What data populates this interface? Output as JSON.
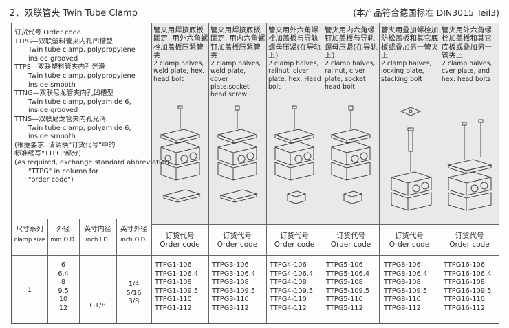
{
  "header": {
    "title": "2、双联管夹 Twin Tube Clamp",
    "standard": "(本产品符合德国标准 DIN3015 Teil3)"
  },
  "notes": [
    {
      "text": "订货代号 Order code",
      "indent": false
    },
    {
      "text": "TTPG—双联塑料管夹内孔凹槽型",
      "indent": false
    },
    {
      "text": "Twin tube clamp, polypropylene",
      "indent": true
    },
    {
      "text": "inside grooved",
      "indent": true
    },
    {
      "text": "TTPS—双联塑料管夹内孔光滑",
      "indent": false
    },
    {
      "text": "Twin tube clamp, polypropylene",
      "indent": true
    },
    {
      "text": "inside smooth",
      "indent": true
    },
    {
      "text": "TTNG—双联尼龙管夹内孔凹槽型",
      "indent": false
    },
    {
      "text": "Twin tube clamp, polyamide 6,",
      "indent": true
    },
    {
      "text": "inside grooved",
      "indent": true
    },
    {
      "text": "TTNS—双联尼龙管夹内孔光滑",
      "indent": false
    },
    {
      "text": "Twin tube clamp, polyamide 6,",
      "indent": true
    },
    {
      "text": "inside smooth",
      "indent": true
    },
    {
      "text": "(根据要求, 请调换\"订货代号\"中的",
      "indent": false
    },
    {
      "text": "标准缩写\"TTPG\"部分)",
      "indent": false
    },
    {
      "text": "(As required, exchange standard abbreviation",
      "indent": false
    },
    {
      "text": "\"TTPG\" in column for",
      "indent": true
    },
    {
      "text": "\"order code\")",
      "indent": true
    }
  ],
  "types": [
    {
      "cn": "管夹用焊接底板固定, 用外六角螺栓加盖板压紧管夹",
      "en": "2 clamp halves, weld plate, hex. head bolt"
    },
    {
      "cn": "管夹用焊接底板固定, 用内六角螺钉加盖板压紧管夹",
      "en": "2 clamp halves, weld plate, cover plate,socket head screw"
    },
    {
      "cn": "管夹用外六角螺栓加盖板与导轨螺母压紧(在导轨上)",
      "en": "2 clamp halves, railnut, civer plate, hex. Head bolt"
    },
    {
      "cn": "管夹用内六角螺钉加盖板与导轨螺母压紧(在导轨上)",
      "en": "2 clamp halves, railnut, civer plate, socket head bolt"
    },
    {
      "cn": "管夹用叠加螺栓加防松盖板和其它底板或叠加另一管夹上",
      "en": "2 clamp halves, locking plate, stacking bolt"
    },
    {
      "cn": "管夹用外六角螺栓加盖板和其它底板或叠加另一管夹上",
      "en": "2 clamp halves, cver plate, and hex. head bolts"
    }
  ],
  "subheaders": [
    {
      "cn": "尺寸系列",
      "en": "clamp size"
    },
    {
      "cn": "外径",
      "en": "mm.O.D."
    },
    {
      "cn": "英寸内径",
      "en": "inch I.D."
    },
    {
      "cn": "英寸外径",
      "en": "inch O.D."
    }
  ],
  "order_header": {
    "cn": "订货代号",
    "en": "Order code"
  },
  "row": {
    "size": "1",
    "mm_od": [
      "6",
      "6.4",
      "8",
      "9.5",
      "10",
      "12"
    ],
    "inch_id": "G1/8",
    "inch_od": [
      "1/4",
      "5/16",
      "3/8"
    ],
    "codes": [
      [
        "TTPG1-106",
        "TTPG1-106.4",
        "TTPG1-108",
        "TTPG1-109.5",
        "TTPG1-110",
        "TTPG1-112"
      ],
      [
        "TTPG3-106",
        "TTPG3-106.4",
        "TTPG3-108",
        "TTPG3-109.5",
        "TTPG3-110",
        "TTPG3-112"
      ],
      [
        "TTPG4-106",
        "TTPG4-106.4",
        "TTPG4-108",
        "TTPG4-109.5",
        "TTPG4-110",
        "TTPG4-112"
      ],
      [
        "TTPG5-106",
        "TTPG5-106.4",
        "TTPG5-108",
        "TTPG5-109.5",
        "TTPG5-110",
        "TTPG5-112"
      ],
      [
        "TTPG8-106",
        "TTPG8-106.4",
        "TTPG8-108",
        "TTPG8-109.5",
        "TTPG8-110",
        "TTPG8-112"
      ],
      [
        "TTPG16-106",
        "TTPG16-106.4",
        "TTPG16-108",
        "TTPG16-109.5",
        "TTPG16-110",
        "TTPG16-112"
      ]
    ]
  }
}
